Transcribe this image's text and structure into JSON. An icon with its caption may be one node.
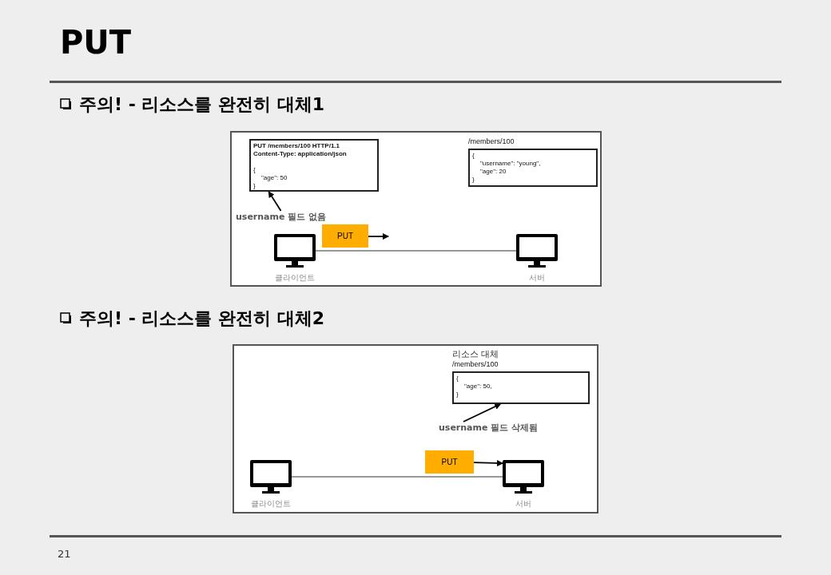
{
  "diagram": {
    "title": "PUT",
    "nodes": [
      {
        "text": [
          "주의! - 리소스를 완전히 대체1"
        ]
      },
      {
        "text": [
          "PUT /members/100 HTTP/1.1",
          "Content-Type: application/json",
          "{",
          "\"age\": 50",
          "}"
        ],
        "in": 0
      },
      {
        "text": [
          "/members/100",
          "{",
          "\"username\": \"young\",",
          "\"age\": 20",
          "}"
        ],
        "in": 0
      },
      {
        "text": [
          "username 필드 없음"
        ],
        "in": 0
      },
      {
        "text": [
          "클라이언트"
        ],
        "in": 0
      },
      {
        "text": [
          "PUT"
        ],
        "in": 0
      },
      {
        "text": [
          "서버"
        ],
        "in": 0
      },
      {
        "text": [
          "주의! - 리소스를 완전히 대체2"
        ]
      },
      {
        "text": [
          "리소스 대체",
          "/members/100",
          "{",
          "\"age\": 50,",
          "}"
        ],
        "in": 7
      },
      {
        "text": [
          "username 필드 삭제됨"
        ],
        "in": 7
      },
      {
        "text": [
          "클라이언트"
        ],
        "in": 7
      },
      {
        "text": [
          "PUT"
        ],
        "in": 7
      },
      {
        "text": [
          "서버"
        ],
        "in": 7
      }
    ],
    "edges": [
      {
        "from": 3,
        "to": 1,
        "arrow": "to"
      },
      {
        "from": 4,
        "to": 6,
        "arrow": "none"
      },
      {
        "from": 5,
        "to": null,
        "arrow": "to"
      },
      {
        "from": 9,
        "to": 8,
        "arrow": "to"
      },
      {
        "from": 10,
        "to": 12,
        "arrow": "none"
      },
      {
        "from": 11,
        "to": 12,
        "arrow": "to"
      }
    ],
    "labels": [
      "21"
    ]
  }
}
